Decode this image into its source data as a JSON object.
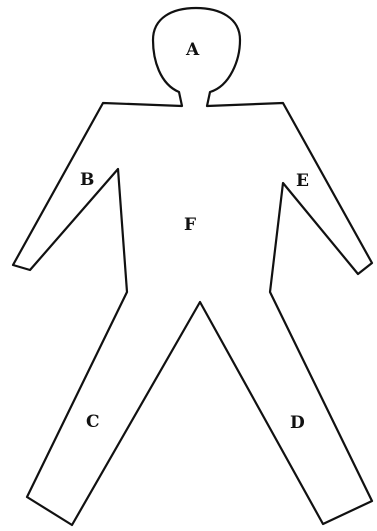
{
  "figure": {
    "labels": {
      "head": "A",
      "left_arm": "B",
      "left_leg": "C",
      "right_leg": "D",
      "right_arm": "E",
      "torso": "F"
    }
  }
}
